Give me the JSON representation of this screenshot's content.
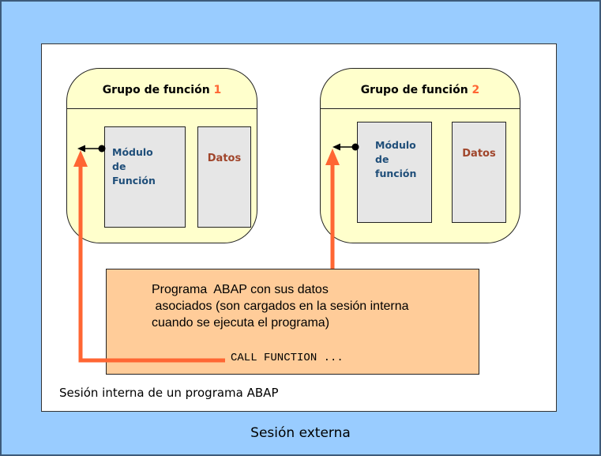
{
  "outer_session": {
    "label": "Sesión externa"
  },
  "inner_session": {
    "label": "Sesión interna de un programa ABAP"
  },
  "function_groups": [
    {
      "title": "Grupo de función ",
      "number": "1",
      "module_label": "Módulo\nde\nFunción",
      "data_label": "Datos"
    },
    {
      "title": "Grupo de función ",
      "number": "2",
      "module_label": "Módulo\nde\nfunción",
      "data_label": "Datos"
    }
  ],
  "program": {
    "description": "Programa  ABAP con sus datos\n asociados (son cargados en la sesión interna\ncuando se ejecuta el programa)",
    "call": "CALL FUNCTION ..."
  },
  "colors": {
    "outer_background": "#99ccff",
    "group_fill": "#ffffcc",
    "program_fill": "#ffcc99",
    "arrow": "#ff6633",
    "module_text": "#1f4e79",
    "data_text": "#a0452b"
  }
}
